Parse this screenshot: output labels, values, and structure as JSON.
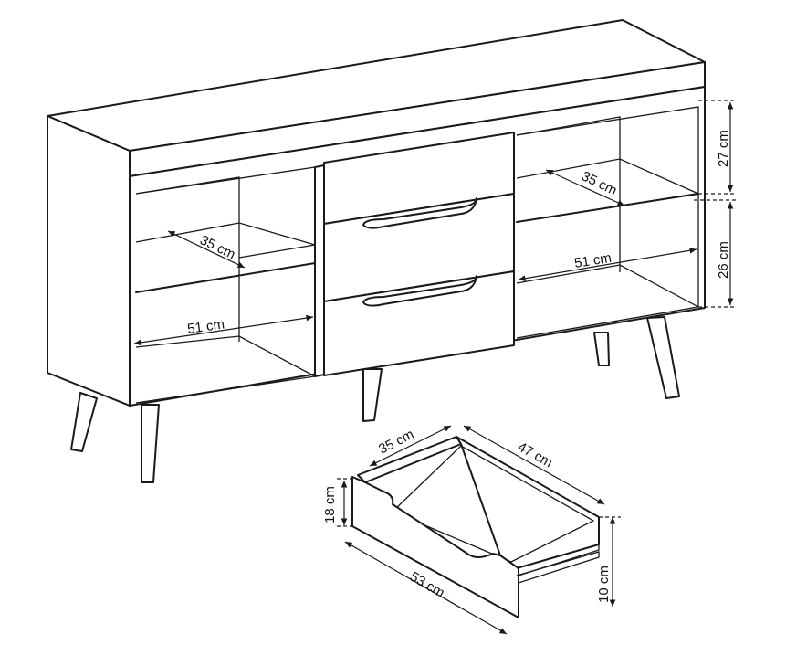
{
  "dimensions": {
    "left_shelf_depth": "35 cm",
    "left_shelf_width": "51 cm",
    "right_shelf_depth": "35 cm",
    "right_shelf_width": "51 cm",
    "upper_compartment_height": "27 cm",
    "lower_compartment_height": "26 cm",
    "drawer_inner_width": "35 cm",
    "drawer_inner_depth": "47 cm",
    "drawer_outer_height": "18 cm",
    "drawer_front_width": "53 cm",
    "drawer_inner_height": "10 cm"
  },
  "colors": {
    "line": "#1a1a1a",
    "background": "#ffffff"
  }
}
